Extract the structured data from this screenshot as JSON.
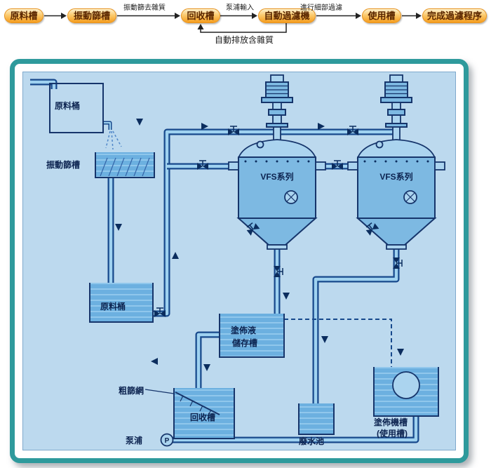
{
  "colors": {
    "panel_border": "#2e9a9c",
    "diagram_background": "#bcd9ee",
    "pipe_outline": "#17498c",
    "pipe_fill": "#9fd2f0",
    "tank_fill": "#6cb0e0",
    "pill_gradient_top": "#fdf2d0",
    "pill_gradient_bottom": "#f59d1e",
    "pill_text": "#5a2600",
    "label_text": "#0c2350"
  },
  "flowchart": {
    "steps": [
      {
        "label": "原料槽"
      },
      {
        "label": "振動篩槽"
      },
      {
        "label": "回收槽"
      },
      {
        "label": "自動過濾機"
      },
      {
        "label": "使用槽"
      },
      {
        "label": "完成過濾程序"
      }
    ],
    "transitions": {
      "sieve_out": "振動篩去雜質",
      "pump_in": "泵浦輸入",
      "fine_filter": "進行細部過濾",
      "auto_discharge": "自動排放含雜質"
    }
  },
  "diagram": {
    "labels": {
      "raw_barrel_top": "原料桶",
      "vibrating_sieve_tank": "振動篩槽",
      "raw_barrel_mid": "原料桶",
      "vfs_series_left": "VFS系列",
      "vfs_series_right": "VFS系列",
      "coating_liquid": "塗佈液",
      "storage_tank": "儲存槽",
      "coarse_screen": "粗篩網",
      "recovery_tank": "回收槽",
      "pump": "泵浦",
      "pump_symbol": "P",
      "waste_pool": "廢水池",
      "coating_machine_tank": "塗佈機槽",
      "use_tank": "(使用槽)"
    }
  }
}
